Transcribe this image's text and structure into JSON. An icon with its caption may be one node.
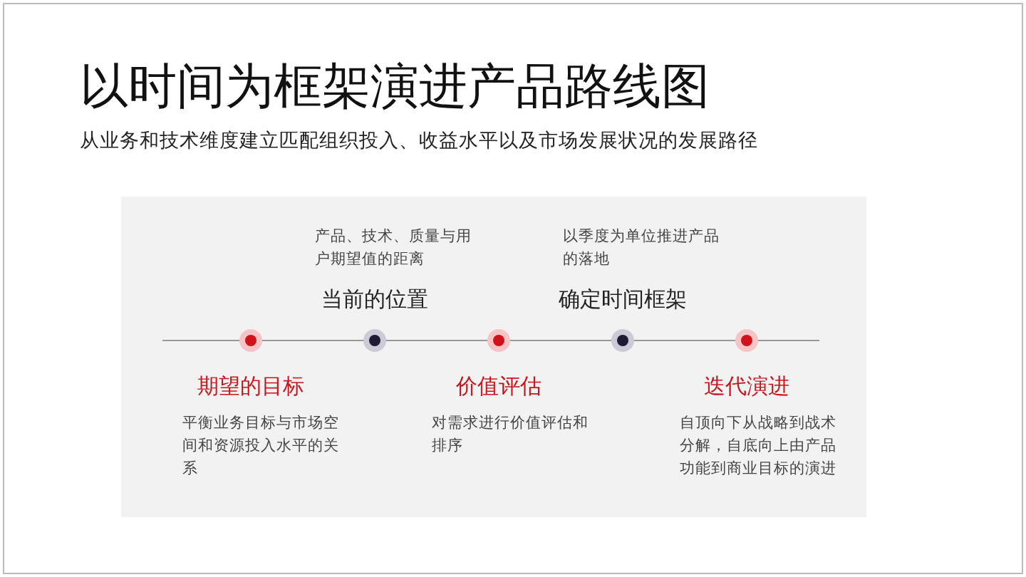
{
  "diagram": {
    "title": "以时间为框架演进产品路线图",
    "caption": "从业务和技术维度建立匹配组织投入、收益水平以及市场发展状况的发展路径",
    "nodes": [
      {
        "text": [
          "期望的目标",
          "平衡业务目标与市场空间和资源投入水平的关系"
        ]
      },
      {
        "text": [
          "产品、技术、质量与用户期望值的距离",
          "当前的位置"
        ]
      },
      {
        "text": [
          "价值评估",
          "对需求进行价值评估和排序"
        ]
      },
      {
        "text": [
          "以季度为单位推进产品的落地",
          "确定时间框架"
        ]
      },
      {
        "text": [
          "迭代演进",
          "自顶向下从战略到战术分解，自底向上由产品功能到商业目标的演进"
        ]
      },
      {
        "text": [],
        "shape": "circle"
      },
      {
        "text": [],
        "shape": "circle"
      },
      {
        "text": [],
        "shape": "circle"
      },
      {
        "text": [],
        "shape": "circle"
      },
      {
        "text": [],
        "shape": "circle"
      }
    ],
    "edges": [
      {
        "from": 5,
        "to": 6,
        "arrow": "none"
      },
      {
        "from": 6,
        "to": 7,
        "arrow": "none"
      },
      {
        "from": 7,
        "to": 8,
        "arrow": "none"
      },
      {
        "from": 8,
        "to": 9,
        "arrow": "none"
      }
    ]
  }
}
